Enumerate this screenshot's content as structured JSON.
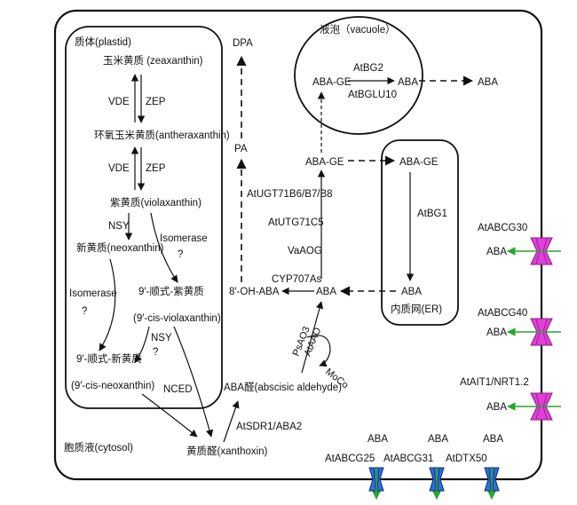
{
  "compartments": {
    "plastid": "质体(plastid)",
    "vacuole": "液泡（vacuole）",
    "cytosol": "胞质液(cytosol)",
    "er": "内质网(ER)"
  },
  "plastid": {
    "zeaxanthin": "玉米黄质 (zeaxanthin)",
    "antheraxanthin": "环氧玉米黄质(antheraxanthin)",
    "violaxanthin": "紫黄质(violaxanthin)",
    "neoxanthin": "新黄质(neoxanthin)",
    "cis_violaxanthin_cn": "9′-顺式-紫黄质",
    "cis_violaxanthin_en": "(9′-cis-violaxanthin)",
    "cis_neoxanthin_cn": "9′-顺式-新黄质",
    "cis_neoxanthin_en": "(9′-cis-neoxanthin)"
  },
  "enzymes": {
    "vde": "VDE",
    "zep": "ZEP",
    "nsy": "NSY",
    "isomerase": "Isomerase",
    "question": "?",
    "nced": "NCED",
    "atsdr1": "AtSDR1/ABA2",
    "paoo3": "PsAO3",
    "ataao": "AtAAO",
    "moco": "MoCo",
    "cyp707as": "CYP707As",
    "vaaog": "VaAOG",
    "atutg71c5": "AtUTG71C5",
    "atugt71b6": "AtUGT71B6/B7/B8",
    "atbg2": "AtBG2",
    "atbglu10": "AtBGLU10",
    "atbg1": "AtBG1"
  },
  "metabolites": {
    "xanthoxin": "黄质醛(xanthoxin)",
    "abscisic_aldehyde": "ABA醛(abscisic aldehyde)",
    "aba": "ABA",
    "oh_aba": "8′-OH-ABA",
    "pa": "PA",
    "dpa": "DPA",
    "aba_ge": "ABA-GE"
  },
  "transporters": {
    "abcg30": "AtABCG30",
    "abcg40": "AtABCG40",
    "ait1": "AtAIT1/NRT1.2",
    "abcg25": "AtABCG25",
    "abcg31": "AtABCG31",
    "dtx50": "AtDTX50"
  },
  "colors": {
    "importer": "#e040d8",
    "importer_dark": "#8a1a86",
    "exporter": "#2f6fd6",
    "exporter_dark": "#0d2f7a",
    "transport_arrow": "#2aa52a",
    "line": "#111111"
  }
}
